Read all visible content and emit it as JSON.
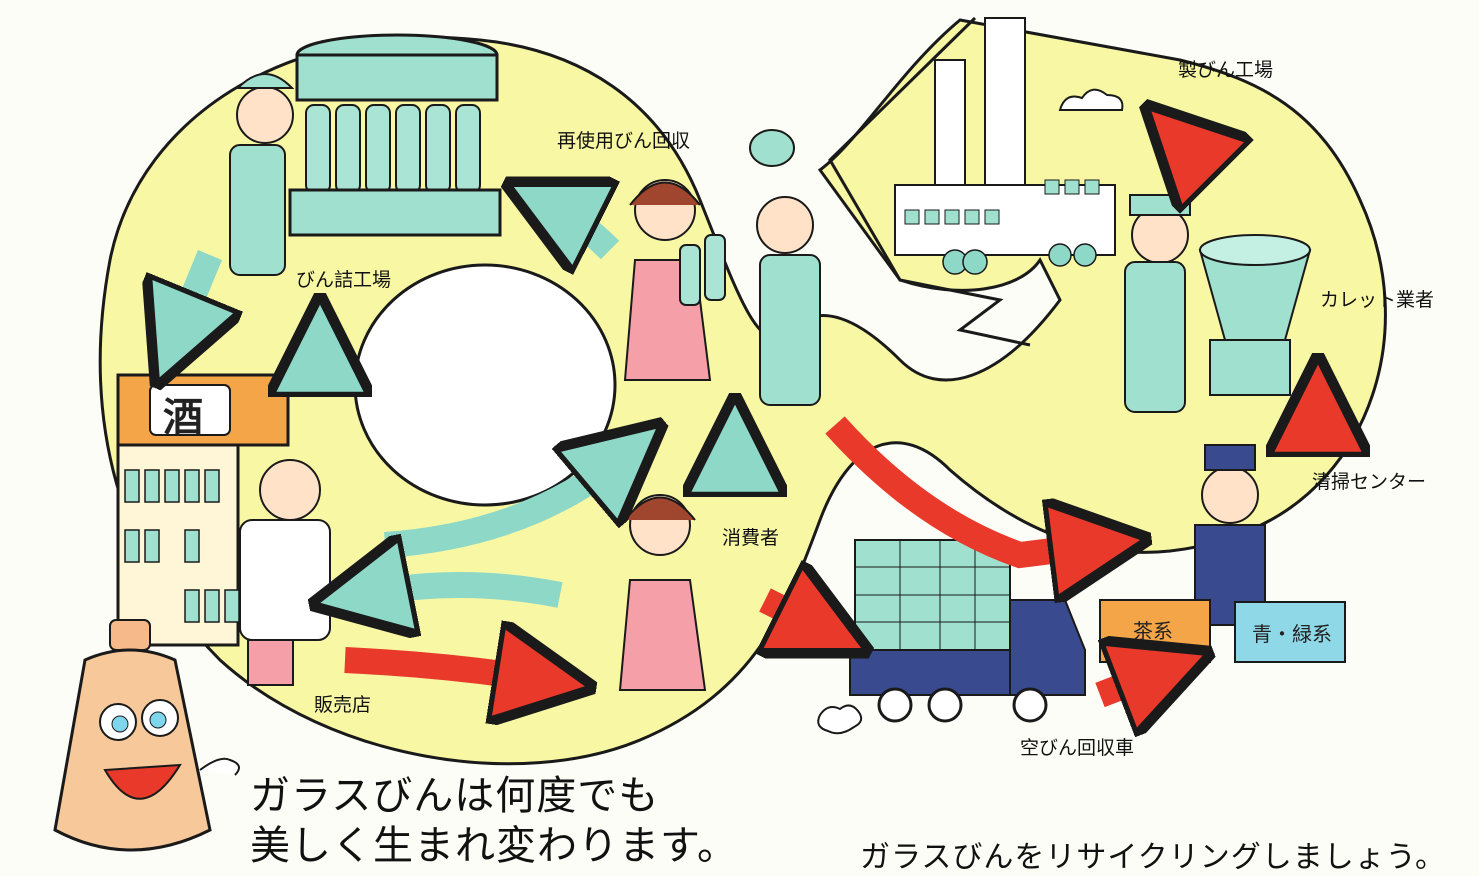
{
  "labels": {
    "bottling_plant": "びん詰工場",
    "reuse_collection": "再使用びん回収",
    "bottle_factory": "製びん工場",
    "cullet_dealer": "カレット業者",
    "cleaning_center": "清掃センター",
    "consumer": "消費者",
    "retail_store": "販売店",
    "empty_bottle_truck": "空びん回収車"
  },
  "signs": {
    "liquor_store": "酒",
    "brown_bin": "茶系",
    "blue_green_bin": "青・緑系"
  },
  "headline": {
    "line1": "ガラスびんは何度でも",
    "line2": "美しく生まれ変わります。"
  },
  "slogan": "ガラスびんをリサイクリングしましょう。",
  "colors": {
    "loop_fill": "#f8f7a4",
    "teal_arrow": "#8ed8c8",
    "red_arrow": "#e8392b",
    "outline": "#1a1a1a"
  },
  "icons": {
    "mascot": "bottle-mascot-icon",
    "factory": "factory-icon",
    "truck": "truck-icon",
    "cloud": "cloud-icon"
  }
}
